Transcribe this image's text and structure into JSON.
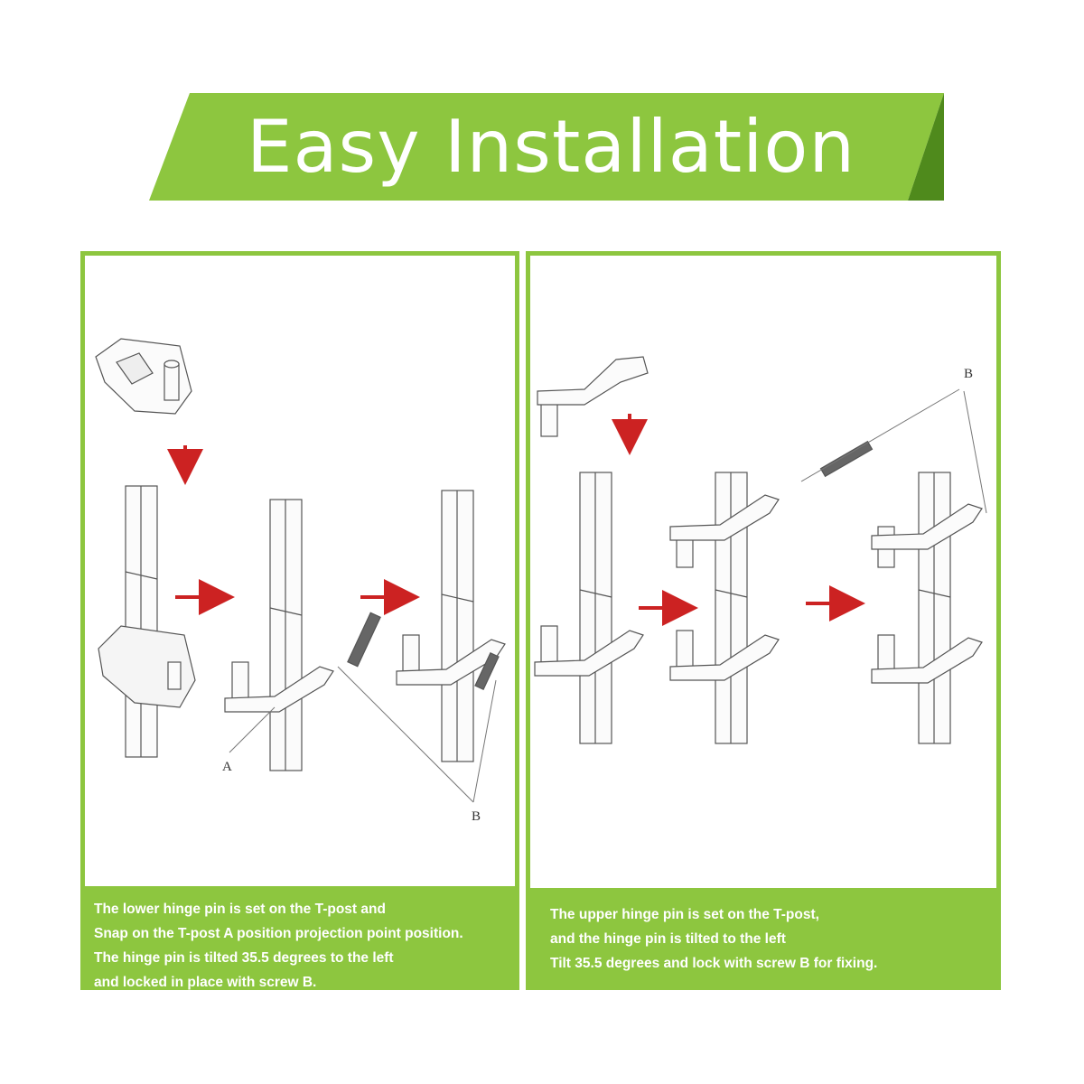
{
  "banner": {
    "title": "Easy Installation",
    "color_main": "#8dc63f",
    "color_dark": "#4f8a1c"
  },
  "steps": [
    {
      "caption": [
        "The lower hinge pin is set on the T-post and",
        "Snap on the T-post A position projection point position.",
        "The hinge pin is tilted 35.5 degrees to the left",
        "and locked in place with screw B."
      ],
      "labels": {
        "a": "A",
        "b": "B"
      }
    },
    {
      "caption": [
        "The upper hinge pin is set on the T-post,",
        "and the hinge pin is tilted to the left",
        "Tilt 35.5 degrees and lock with screw B for fixing."
      ],
      "labels": {
        "b": "B"
      }
    }
  ],
  "arrow_icon": "red-arrow-icon",
  "arrow_color": "#cc2222"
}
